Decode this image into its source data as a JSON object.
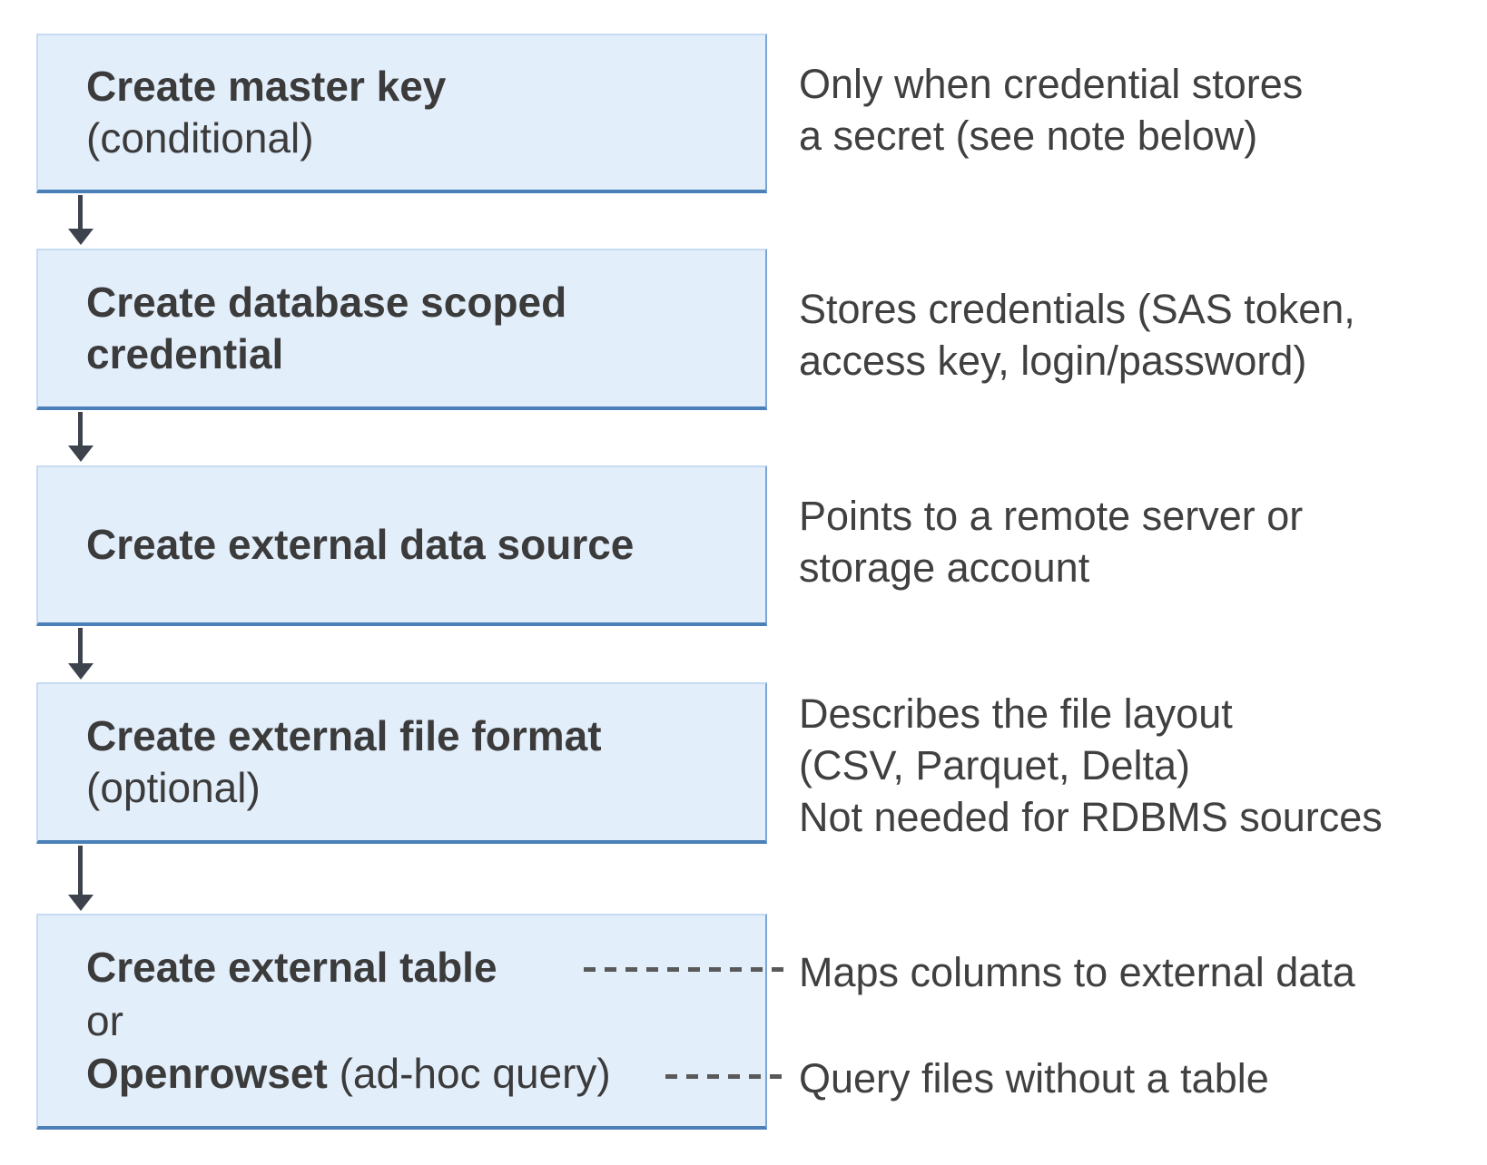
{
  "colors": {
    "box_fill": "#e3eefb",
    "box_border_light": "#c6dbf2",
    "box_border_right": "#7ba4d4",
    "box_border_bottom": "#4a7fb8",
    "arrow": "#3d434d",
    "box_text": "#3b3b3b",
    "note_text": "#404040",
    "dash": "#595959",
    "background": "#ffffff"
  },
  "steps": [
    {
      "title": "Create master key",
      "subtitle": "(conditional)",
      "note_lines": [
        "Only when credential stores",
        "a secret (see note below)"
      ]
    },
    {
      "title": "Create database scoped credential",
      "note_lines": [
        "Stores credentials (SAS token,",
        "access key, login/password)"
      ]
    },
    {
      "title": "Create external data source",
      "note_lines": [
        "Points to a remote server or",
        "storage account"
      ]
    },
    {
      "title": "Create external file format",
      "subtitle": "(optional)",
      "note_lines": [
        "Describes the file layout",
        "(CSV, Parquet, Delta)",
        "Not needed for RDBMS sources"
      ]
    },
    {
      "line1_bold": "Create external table",
      "line2": "or",
      "line3_bold": "Openrowset",
      "line3_rest": " (ad-hoc query)",
      "note_table": "Maps columns to external data",
      "note_openrowset": "Query files without a table"
    }
  ]
}
